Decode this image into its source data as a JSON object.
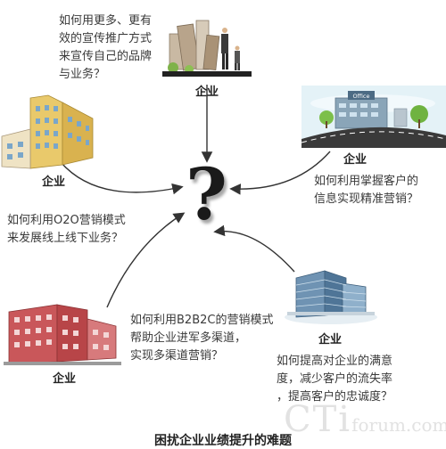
{
  "center": {
    "symbol": "?"
  },
  "nodes": [
    {
      "id": "top",
      "label": "企业",
      "question": "如何用更多、更有效的宣传推广方式来宣传自己的品牌与业务？",
      "q_lines": [
        "如何用更多、更有",
        "效的宣传推广方式",
        "来宣传自己的品牌",
        "与业务？"
      ]
    },
    {
      "id": "left",
      "label": "企业",
      "question": "如何利用O2O营销模式来发展线上线下业务？",
      "q_lines": [
        "如何利用O2O营销模式",
        "来发展线上线下业务？"
      ]
    },
    {
      "id": "right",
      "label": "企业",
      "question": "如何利用掌握客户的信息实现精准营销？",
      "q_lines": [
        "如何利用掌握客户的",
        "信息实现精准营销？"
      ]
    },
    {
      "id": "bottom-left",
      "label": "企业",
      "question": "如何利用B2B2C的营销模式帮助企业进军多渠道，实现多渠道营销？",
      "q_lines": [
        "如何利用B2B2C的营销模式",
        "帮助企业进军多渠道，",
        "实现多渠道营销？"
      ]
    },
    {
      "id": "bottom-right",
      "label": "企业",
      "question": "如何提高对企业的满意度，减少客户的流失率，提高客户的忠诚度？",
      "q_lines": [
        "如何提高对企业的满意",
        "度，减少客户的流失率",
        "，提高客户的忠诚度？"
      ]
    }
  ],
  "building_sign": "Office",
  "watermark": {
    "big": "CTi",
    "small": "forum.com"
  },
  "caption": "困扰企业业绩提升的难题"
}
